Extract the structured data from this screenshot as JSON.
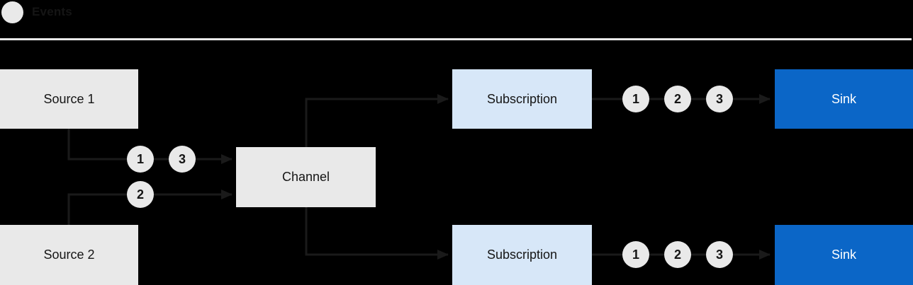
{
  "legend": {
    "label": "Events"
  },
  "colors": {
    "background": "#000000",
    "node_gray": "#e9e9e9",
    "subscription_blue": "#d7e7f8",
    "sink_blue": "#0b66c7",
    "connector": "#1a1a1a",
    "divider": "#e8e8e8",
    "label_dark": "#151515",
    "sink_label": "#ffffff"
  },
  "nodes": {
    "source1": {
      "label": "Source 1"
    },
    "source2": {
      "label": "Source 2"
    },
    "channel": {
      "label": "Channel"
    },
    "subscription_top": {
      "label": "Subscription"
    },
    "subscription_bottom": {
      "label": "Subscription"
    },
    "sink_top": {
      "label": "Sink"
    },
    "sink_bottom": {
      "label": "Sink"
    }
  },
  "events": {
    "source1_to_channel": [
      "1",
      "3"
    ],
    "source2_to_channel": [
      "2"
    ],
    "subscription_top_to_sink": [
      "1",
      "2",
      "3"
    ],
    "subscription_bottom_to_sink": [
      "1",
      "2",
      "3"
    ]
  }
}
